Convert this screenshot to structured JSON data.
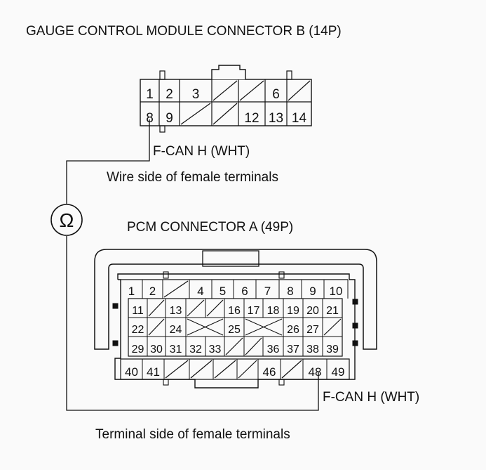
{
  "titles": {
    "gauge_connector": "GAUGE CONTROL MODULE CONNECTOR B (14P)",
    "pcm_connector": "PCM CONNECTOR A (49P)"
  },
  "labels": {
    "gauge_wire": "F-CAN H (WHT)",
    "gauge_view": "Wire side of female terminals",
    "pcm_wire": "F-CAN H (WHT)",
    "pcm_view": "Terminal side of female terminals",
    "meter_symbol": "Ω"
  },
  "gauge_connector": {
    "rows": [
      [
        "1",
        "2",
        "3",
        "/",
        "/",
        "6",
        "/"
      ],
      [
        "8",
        "9",
        "/",
        "/",
        "12",
        "13",
        "14"
      ]
    ],
    "probed_terminal": "8"
  },
  "pcm_connector": {
    "row1": [
      "1",
      "2",
      "/",
      "4",
      "5",
      "6",
      "7",
      "8",
      "9",
      "10"
    ],
    "row2": [
      "11",
      "/",
      "13",
      "/",
      "/",
      "16",
      "17",
      "18",
      "19",
      "20",
      "21"
    ],
    "row3": [
      "22",
      "/",
      "24",
      "X",
      "",
      "25",
      "X",
      "",
      "26",
      "27",
      "/"
    ],
    "row4": [
      "29",
      "30",
      "31",
      "32",
      "33",
      "/",
      "/",
      "36",
      "37",
      "38",
      "39"
    ],
    "row5": [
      "40",
      "41",
      "/",
      "/",
      "/",
      "/",
      "46",
      "/",
      "48",
      "49"
    ],
    "probed_terminal": "48"
  },
  "colors": {
    "line": "#111111",
    "background": "#fafafa"
  }
}
